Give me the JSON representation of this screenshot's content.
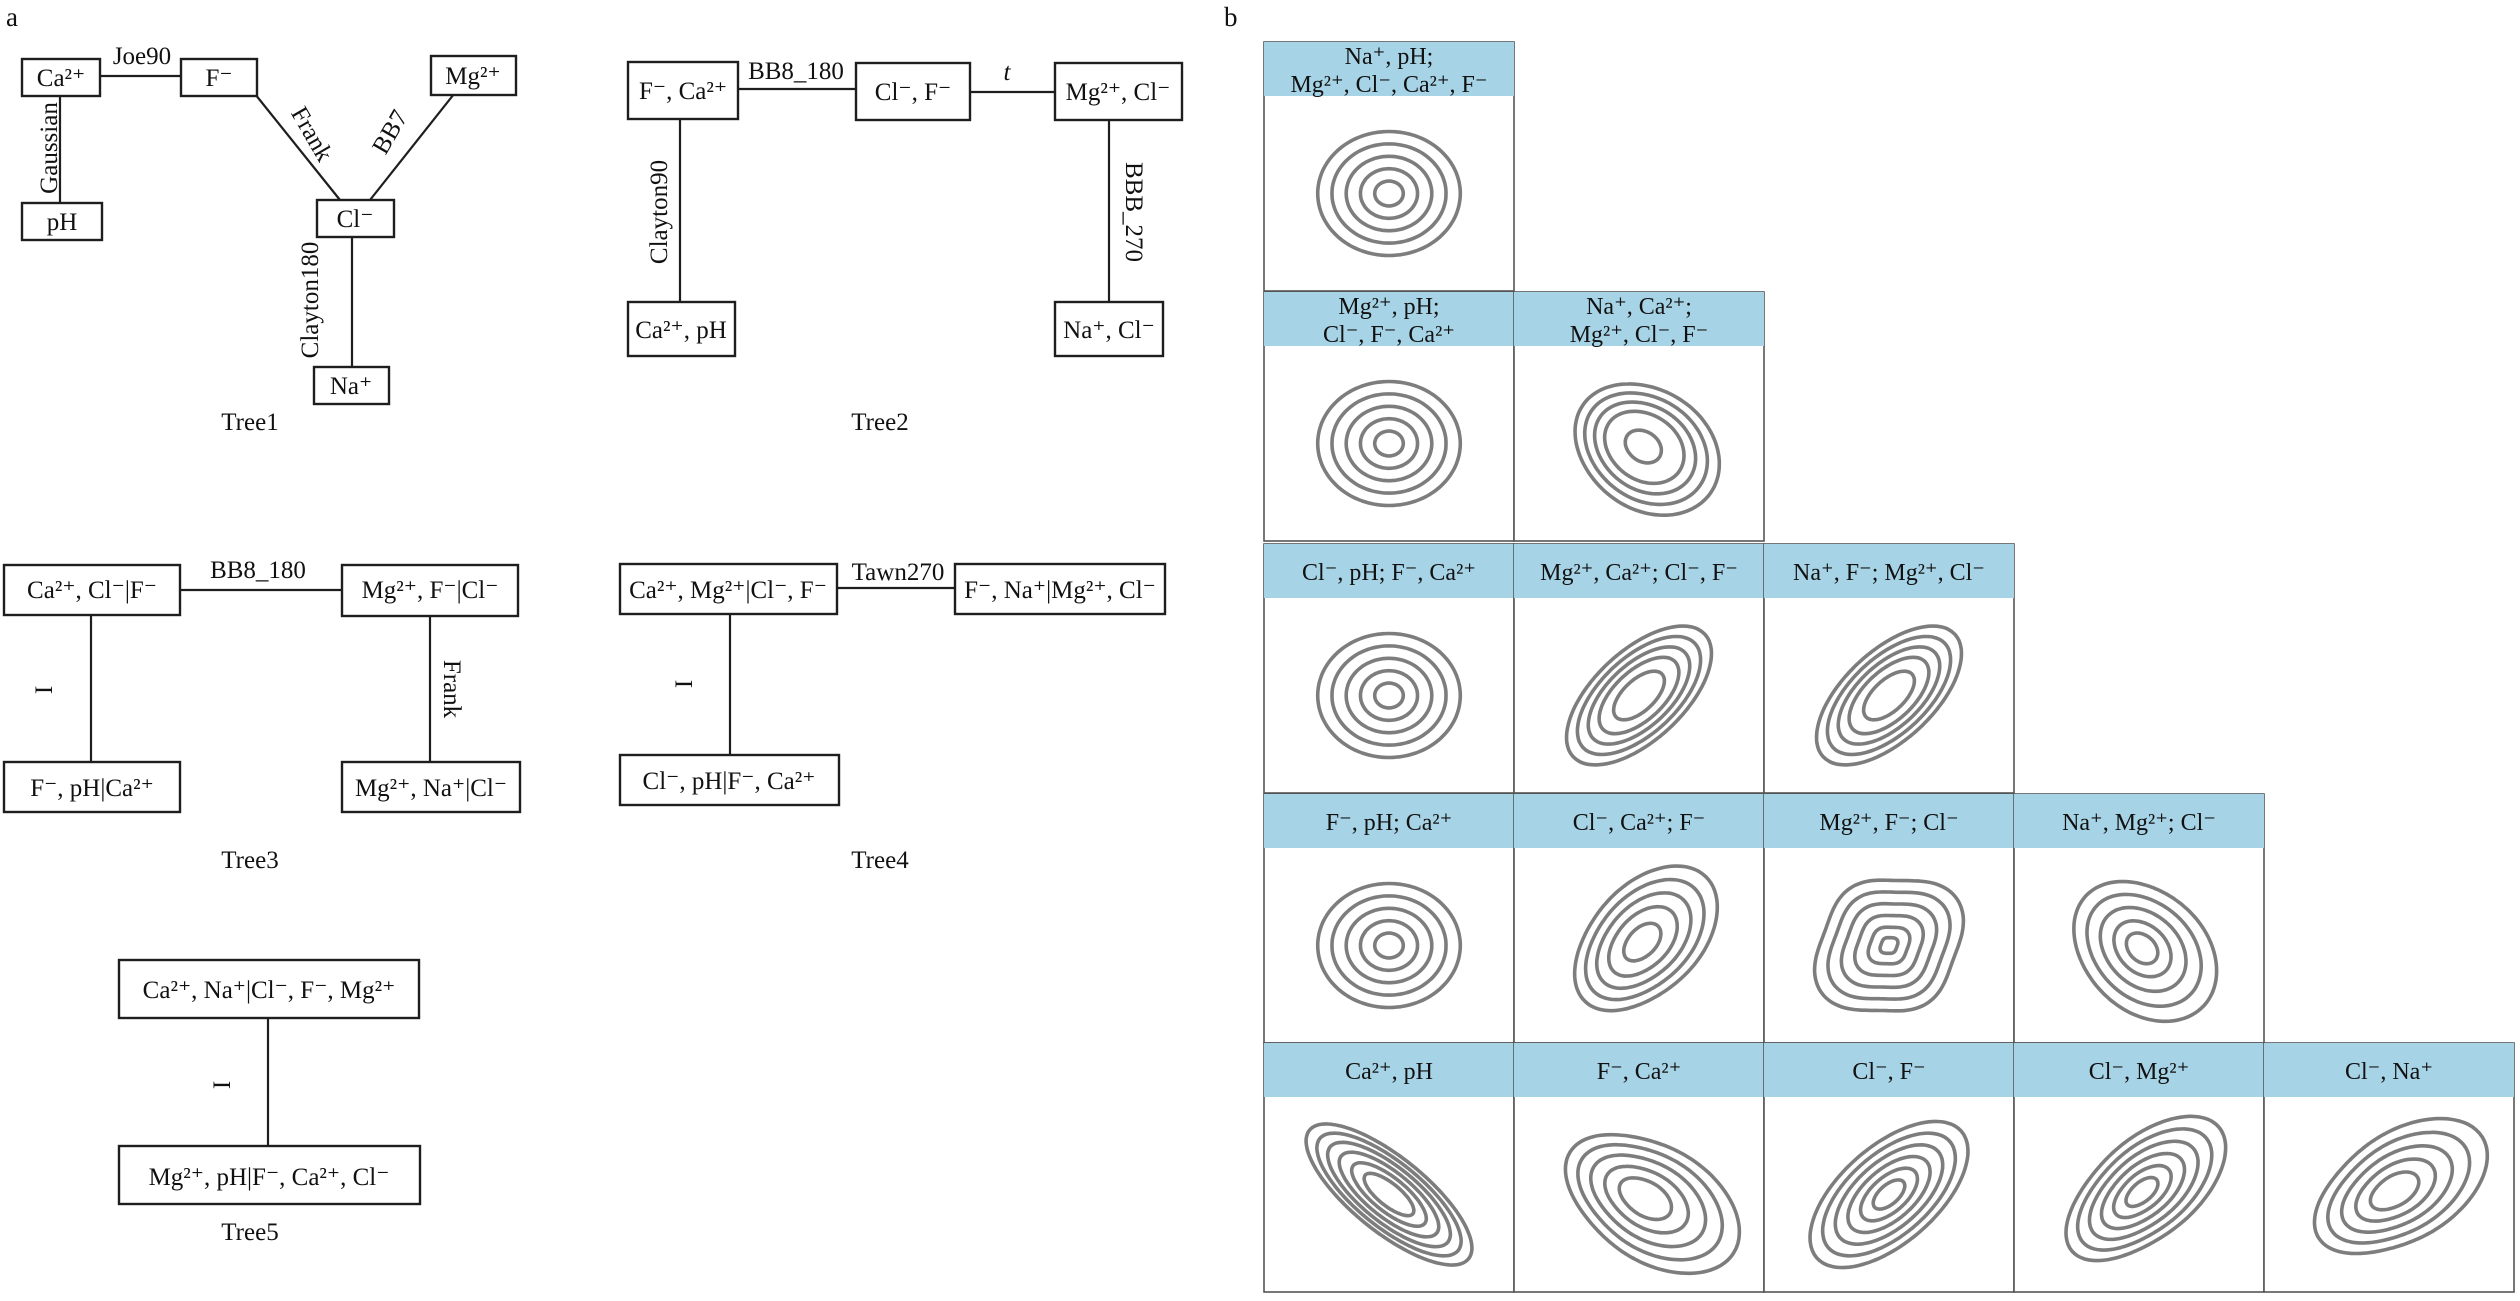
{
  "panels": {
    "a": "a",
    "b": "b"
  },
  "trees": [
    {
      "id": "tree1",
      "label": "Tree1",
      "nodes": [
        {
          "id": "ca",
          "text": "Ca²⁺"
        },
        {
          "id": "f",
          "text": "F⁻"
        },
        {
          "id": "mg",
          "text": "Mg²⁺"
        },
        {
          "id": "ph",
          "text": "pH"
        },
        {
          "id": "cl",
          "text": "Cl⁻"
        },
        {
          "id": "na",
          "text": "Na⁺"
        }
      ],
      "edges": [
        {
          "from": "ca",
          "to": "f",
          "copula": "Joe90"
        },
        {
          "from": "ca",
          "to": "ph",
          "copula": "Gaussian"
        },
        {
          "from": "f",
          "to": "cl",
          "copula": "Frank"
        },
        {
          "from": "mg",
          "to": "cl",
          "copula": "BB7"
        },
        {
          "from": "cl",
          "to": "na",
          "copula": "Clayton180"
        }
      ]
    },
    {
      "id": "tree2",
      "label": "Tree2",
      "nodes": [
        {
          "id": "fca",
          "text": "F⁻, Ca²⁺"
        },
        {
          "id": "clf",
          "text": "Cl⁻, F⁻"
        },
        {
          "id": "mgcl",
          "text": "Mg²⁺, Cl⁻"
        },
        {
          "id": "caph",
          "text": "Ca²⁺, pH"
        },
        {
          "id": "nacl",
          "text": "Na⁺, Cl⁻"
        }
      ],
      "edges": [
        {
          "from": "fca",
          "to": "clf",
          "copula": "BB8_180"
        },
        {
          "from": "clf",
          "to": "mgcl",
          "copula": "t"
        },
        {
          "from": "fca",
          "to": "caph",
          "copula": "Clayton90"
        },
        {
          "from": "mgcl",
          "to": "nacl",
          "copula": "BBB_270"
        }
      ]
    },
    {
      "id": "tree3",
      "label": "Tree3",
      "nodes": [
        {
          "id": "a",
          "text": "Ca²⁺, Cl⁻|F⁻"
        },
        {
          "id": "b",
          "text": "Mg²⁺, F⁻|Cl⁻"
        },
        {
          "id": "c",
          "text": "F⁻, pH|Ca²⁺"
        },
        {
          "id": "d",
          "text": "Mg²⁺, Na⁺|Cl⁻"
        }
      ],
      "edges": [
        {
          "from": "a",
          "to": "b",
          "copula": "BB8_180"
        },
        {
          "from": "a",
          "to": "c",
          "copula": "I"
        },
        {
          "from": "b",
          "to": "d",
          "copula": "Frank"
        }
      ]
    },
    {
      "id": "tree4",
      "label": "Tree4",
      "nodes": [
        {
          "id": "a",
          "text": "Ca²⁺, Mg²⁺|Cl⁻, F⁻"
        },
        {
          "id": "b",
          "text": "F⁻, Na⁺|Mg²⁺, Cl⁻"
        },
        {
          "id": "c",
          "text": "Cl⁻, pH|F⁻, Ca²⁺"
        }
      ],
      "edges": [
        {
          "from": "a",
          "to": "b",
          "copula": "Tawn270"
        },
        {
          "from": "a",
          "to": "c",
          "copula": "I"
        }
      ]
    },
    {
      "id": "tree5",
      "label": "Tree5",
      "nodes": [
        {
          "id": "a",
          "text": "Ca²⁺, Na⁺|Cl⁻, F⁻, Mg²⁺"
        },
        {
          "id": "b",
          "text": "Mg²⁺, pH|F⁻, Ca²⁺, Cl⁻"
        }
      ],
      "edges": [
        {
          "from": "a",
          "to": "b",
          "copula": "I"
        }
      ]
    }
  ],
  "contour_rows": [
    [
      {
        "header": [
          "Na⁺, pH;",
          "Mg²⁺, Cl⁻, Ca²⁺, F⁻"
        ],
        "shape": "circle"
      }
    ],
    [
      {
        "header": [
          "Mg²⁺, pH;",
          "Cl⁻, F⁻, Ca²⁺"
        ],
        "shape": "circle"
      },
      {
        "header": [
          "Na⁺, Ca²⁺;",
          "Mg²⁺, Cl⁻, F⁻"
        ],
        "shape": "teardrop-br"
      }
    ],
    [
      {
        "header": [
          "Cl⁻, pH; F⁻, Ca²⁺"
        ],
        "shape": "circle"
      },
      {
        "header": [
          "Mg²⁺, Ca²⁺; Cl⁻, F⁻"
        ],
        "shape": "ellipse-pos"
      },
      {
        "header": [
          "Na⁺, F⁻; Mg²⁺, Cl⁻"
        ],
        "shape": "ellipse-pos"
      }
    ],
    [
      {
        "header": [
          "F⁻, pH; Ca²⁺"
        ],
        "shape": "circle"
      },
      {
        "header": [
          "Cl⁻, Ca²⁺; F⁻"
        ],
        "shape": "teardrop-bl"
      },
      {
        "header": [
          "Mg²⁺, F⁻; Cl⁻"
        ],
        "shape": "diamond"
      },
      {
        "header": [
          "Na⁺, Mg²⁺; Cl⁻"
        ],
        "shape": "teardrop-br2"
      }
    ],
    [
      {
        "header": [
          "Ca²⁺, pH"
        ],
        "shape": "ellipse-neg"
      },
      {
        "header": [
          "F⁻, Ca²⁺"
        ],
        "shape": "wedge-tl"
      },
      {
        "header": [
          "Cl⁻, F⁻"
        ],
        "shape": "ellipse-pos-tight"
      },
      {
        "header": [
          "Cl⁻, Mg²⁺"
        ],
        "shape": "teardrop-pos"
      },
      {
        "header": [
          "Cl⁻, Na⁺"
        ],
        "shape": "wedge-tr"
      }
    ]
  ]
}
